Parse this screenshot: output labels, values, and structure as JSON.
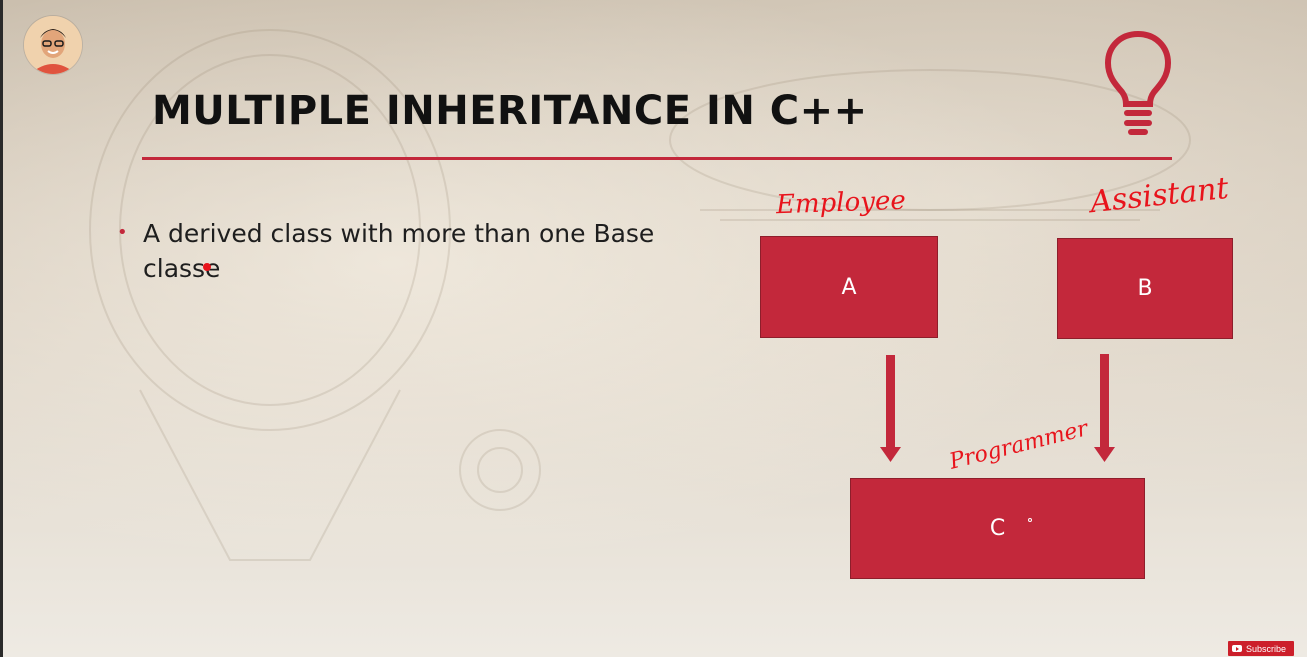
{
  "slide": {
    "title": "MULTIPLE INHERITANCE IN C++",
    "bullet": "A derived class with more than one Base classe",
    "accent_color": "#c3283b"
  },
  "diagram": {
    "boxes": [
      {
        "id": "a",
        "label": "A"
      },
      {
        "id": "b",
        "label": "B"
      },
      {
        "id": "c",
        "label": "C"
      }
    ]
  },
  "annotations": {
    "employee": "Employee",
    "assistant": "Assistant",
    "programmer": "Programmer",
    "ink_color": "#e8141c"
  },
  "presenter": {
    "avatar_icon": "presenter-avatar-icon"
  },
  "subscribe": {
    "label": "Subscribe",
    "icon": "youtube-play-icon"
  }
}
